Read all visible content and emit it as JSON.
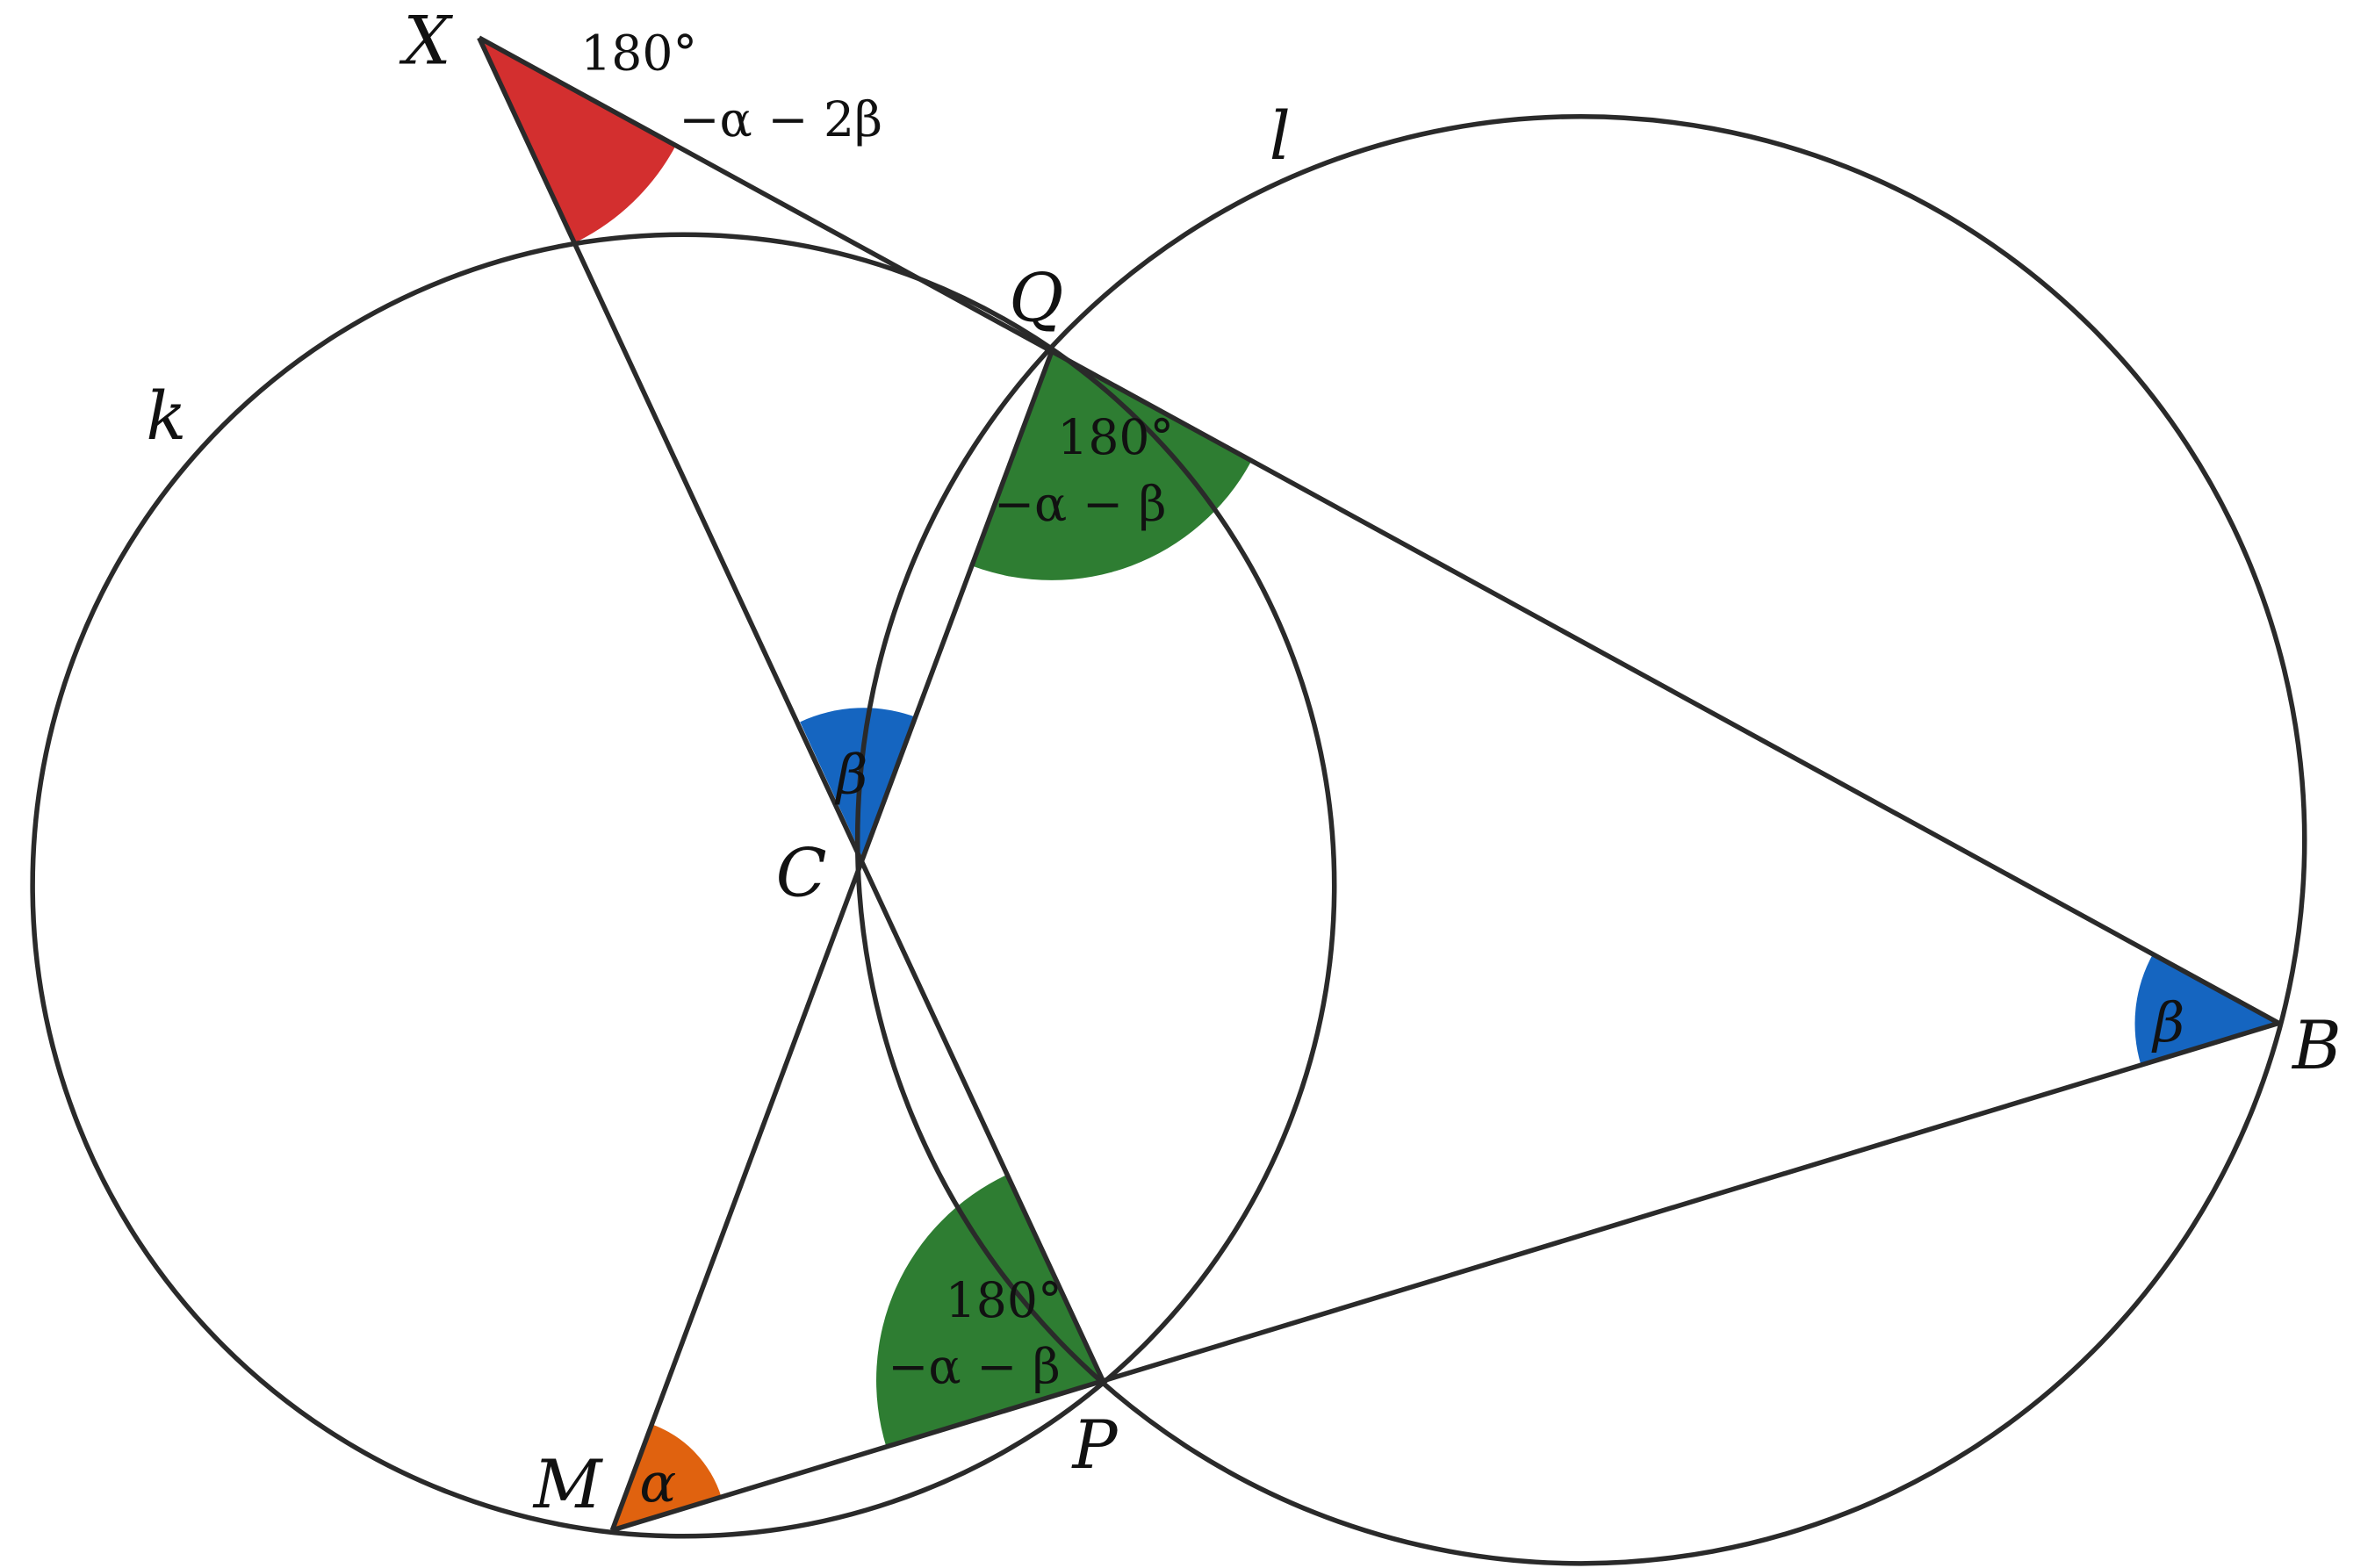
{
  "points": {
    "X": "X",
    "Q": "Q",
    "C": "C",
    "B": "B",
    "P": "P",
    "M": "M"
  },
  "circles": {
    "k": "k",
    "l": "l"
  },
  "angles": {
    "X": {
      "line1": "180°",
      "line2": "−α − 2β",
      "color": "#d32f2f"
    },
    "Q": {
      "line1": "180°",
      "line2": "−α − β",
      "color": "#2e7d32"
    },
    "P": {
      "line1": "180°",
      "line2": "−α − β",
      "color": "#2e7d32"
    },
    "C": {
      "label": "β",
      "color": "#1565c0"
    },
    "B": {
      "label": "β",
      "color": "#1565c0"
    },
    "M": {
      "label": "α",
      "color": "#e0620f"
    }
  }
}
